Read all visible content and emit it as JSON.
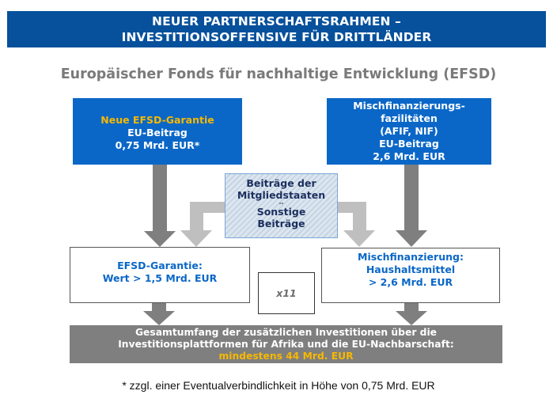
{
  "header": {
    "line1": "NEUER PARTNERSCHAFTSRAHMEN –",
    "line2": "INVESTITIONSOFFENSIVE FÜR DRITTLÄNDER"
  },
  "subtitle": "Europäischer Fonds für nachhaltige Entwicklung (EFSD)",
  "top_left_box": {
    "title": "Neue EFSD-Garantie",
    "line2": "EU-Beitrag",
    "line3": "0,75 Mrd. EUR*"
  },
  "top_right_box": {
    "line1": "Mischfinanzierungs-",
    "line2": "fazilitäten",
    "line3": "(AFIF, NIF)",
    "line4": "EU-Beitrag",
    "line5": "2,6 Mrd. EUR"
  },
  "center_box": {
    "line1": "Beiträge der",
    "line2": "Mitgliedstaaten",
    "separator": "--",
    "line3": "Sonstige",
    "line4": "Beiträge"
  },
  "mid_left_box": {
    "line1": "EFSD-Garantie:",
    "line2": "Wert > 1,5 Mrd. EUR"
  },
  "mid_right_box": {
    "line1": "Mischfinanzierung:",
    "line2": "Haushaltsmittel",
    "line3": "> 2,6 Mrd. EUR"
  },
  "multiplier": "x11",
  "bottom_bar": {
    "line1": "Gesamtumfang der zusätzlichen Investitionen über die",
    "line2": "Investitionsplattformen für Afrika und die EU-Nachbarschaft:",
    "line3": "mindestens 44 Mrd. EUR"
  },
  "footnote": "* zzgl. einer Eventualverbindlichkeit in Höhe von 0,75 Mrd. EUR",
  "colors": {
    "header_bg": "#06509c",
    "blue_box": "#0b67c7",
    "highlight_yellow": "#f7b800",
    "dark_arrow": "#7f7f7f",
    "light_arrow": "#bfbfbf",
    "subtitle_gray": "#7a7a7a"
  }
}
